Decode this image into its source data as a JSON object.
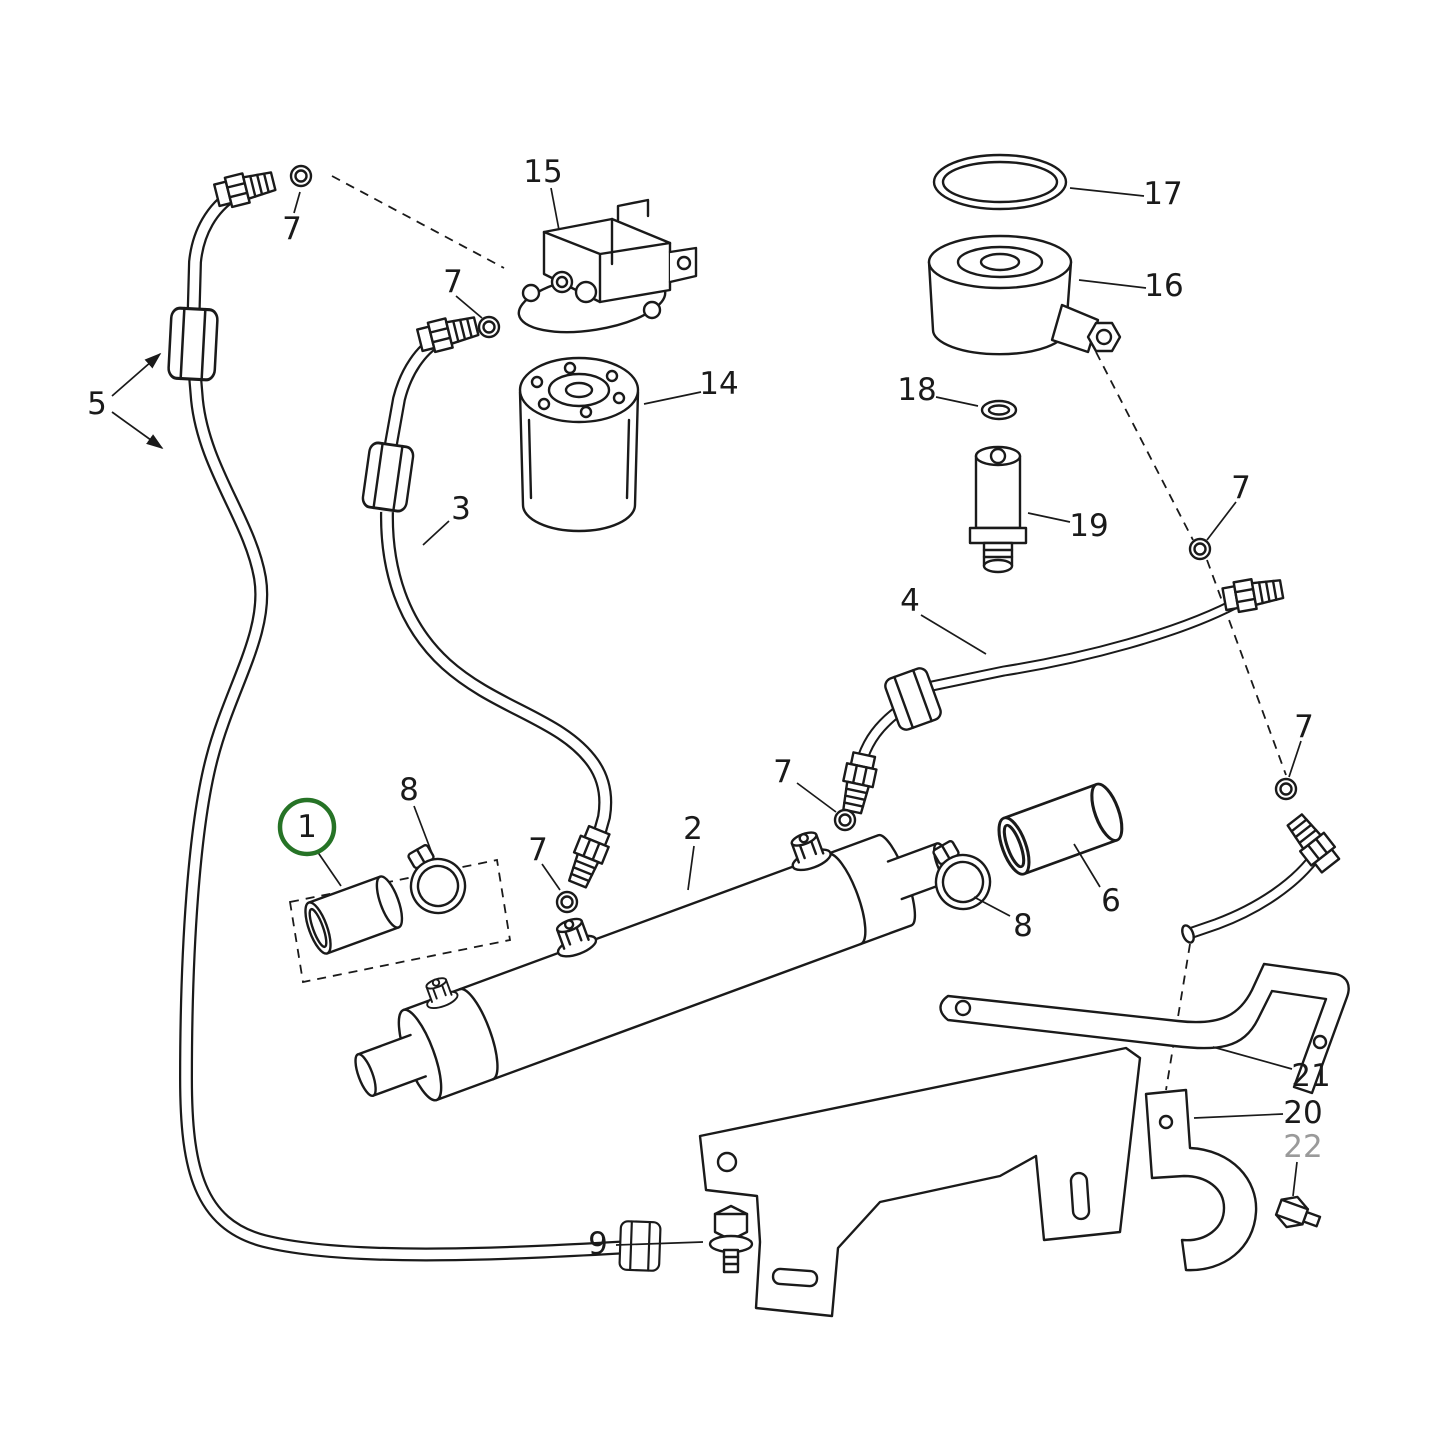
{
  "colors": {
    "line": "#1a1a1a",
    "highlight": "#267326",
    "muted_label": "#9a9a9a",
    "background": "#ffffff"
  },
  "callouts": [
    {
      "text": "5"
    },
    {
      "text": "7"
    },
    {
      "text": "7"
    },
    {
      "text": "15"
    },
    {
      "text": "14"
    },
    {
      "text": "3"
    },
    {
      "text": "17"
    },
    {
      "text": "16"
    },
    {
      "text": "18"
    },
    {
      "text": "19"
    },
    {
      "text": "7"
    },
    {
      "text": "4"
    },
    {
      "text": "7"
    },
    {
      "text": "7"
    },
    {
      "text": "1",
      "highlighted": true
    },
    {
      "text": "8"
    },
    {
      "text": "7"
    },
    {
      "text": "2"
    },
    {
      "text": "8"
    },
    {
      "text": "6"
    },
    {
      "text": "21"
    },
    {
      "text": "20"
    },
    {
      "text": "22",
      "muted": true
    },
    {
      "text": "9"
    }
  ]
}
